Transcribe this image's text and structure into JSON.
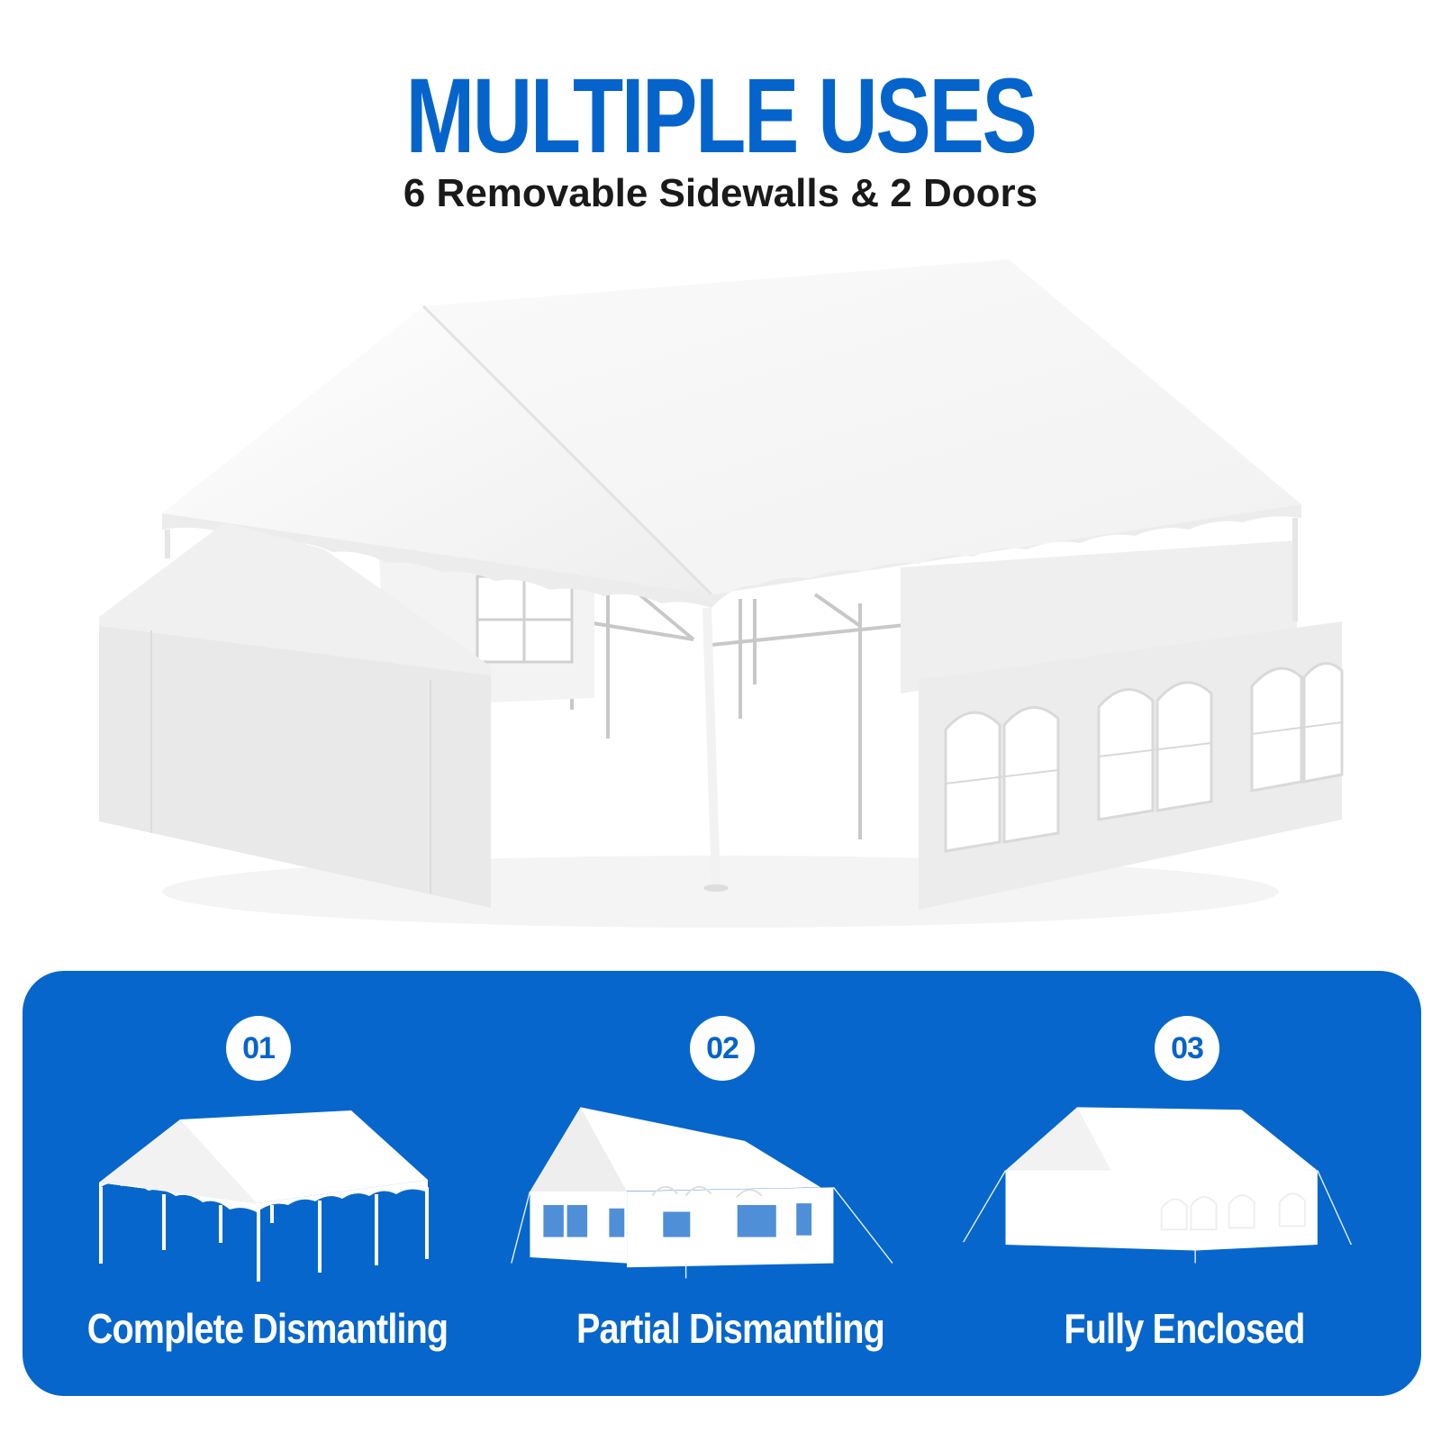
{
  "header": {
    "title": "MULTIPLE USES",
    "subtitle": "6 Removable Sidewalls & 2 Doors"
  },
  "colors": {
    "brand_blue": "#0564cc",
    "panel_blue": "#0666cc",
    "canopy_white": "#ffffff"
  },
  "modes": [
    {
      "number": "01",
      "label": "Complete Dismantling",
      "icon": "open-canopy-tent-icon"
    },
    {
      "number": "02",
      "label": "Partial Dismantling",
      "icon": "partial-walls-tent-icon"
    },
    {
      "number": "03",
      "label": "Fully Enclosed",
      "icon": "enclosed-tent-icon"
    }
  ]
}
